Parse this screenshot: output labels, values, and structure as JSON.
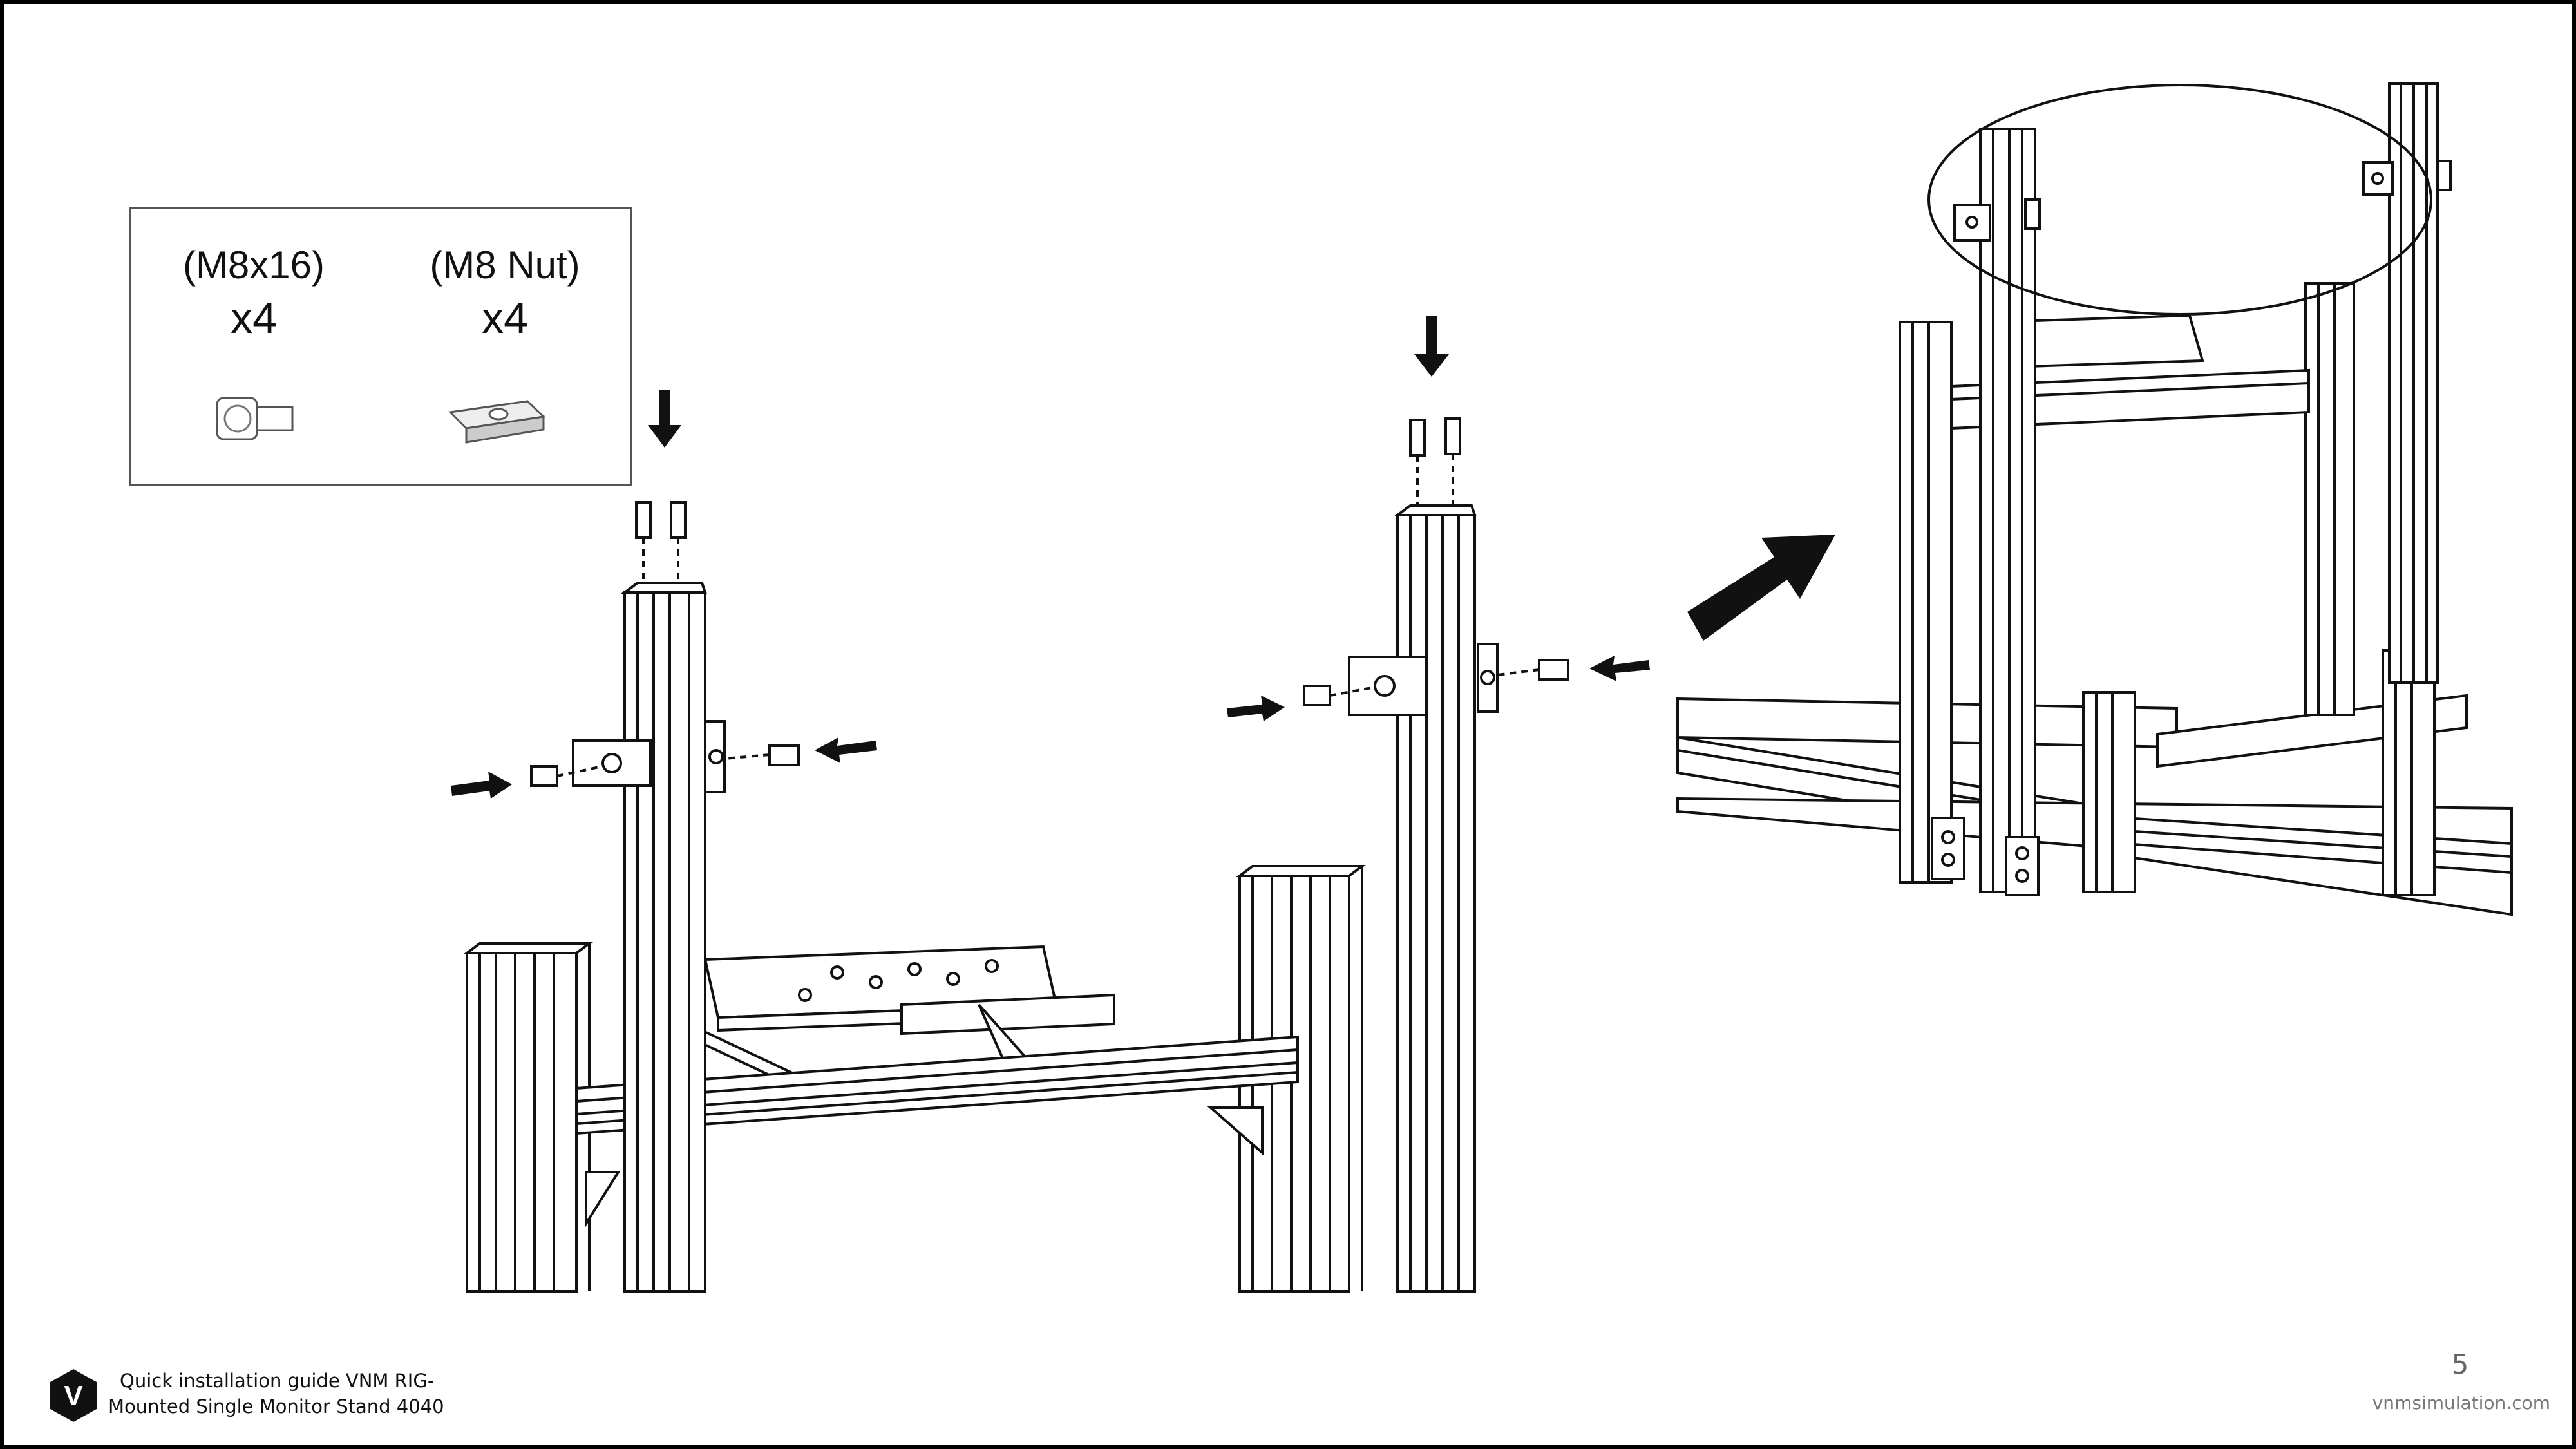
{
  "legend": {
    "parts": [
      {
        "name": "(M8x16)",
        "qty": "x4",
        "icon": "socket-head-screw-icon"
      },
      {
        "name": "(M8 Nut)",
        "qty": "x4",
        "icon": "t-slot-nut-icon"
      }
    ]
  },
  "footer": {
    "title_line1": "Quick installation guide VNM RIG-",
    "title_line2": "Mounted Single Monitor Stand 4040",
    "logo_letter": "V",
    "page_number": "5",
    "website": "vnmsimulation.com"
  },
  "colors": {
    "line": "#111111",
    "frame": "#000000",
    "footer_gray": "#777777"
  }
}
